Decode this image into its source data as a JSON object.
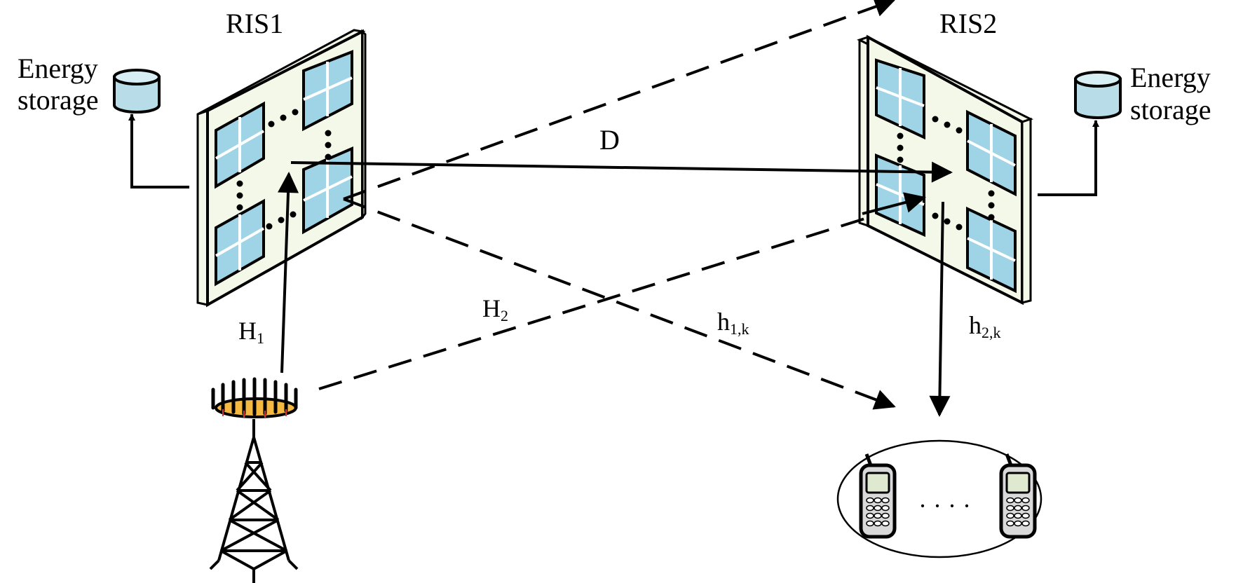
{
  "ris1": {
    "label": "RIS1"
  },
  "ris2": {
    "label": "RIS2"
  },
  "storage_left": {
    "line1": "Energy",
    "line2": "storage"
  },
  "storage_right": {
    "line1": "Energy",
    "line2": "storage"
  },
  "links": {
    "D": {
      "symbol": "D"
    },
    "H1": {
      "symbol": "H",
      "subscript": "1"
    },
    "H2": {
      "symbol": "H",
      "subscript": "2"
    },
    "h1k": {
      "symbol": "h",
      "subscript": "1,k"
    },
    "h2k": {
      "symbol": "h",
      "subscript": "2,k"
    }
  },
  "users": {
    "ellipsis": "· · · ·"
  }
}
